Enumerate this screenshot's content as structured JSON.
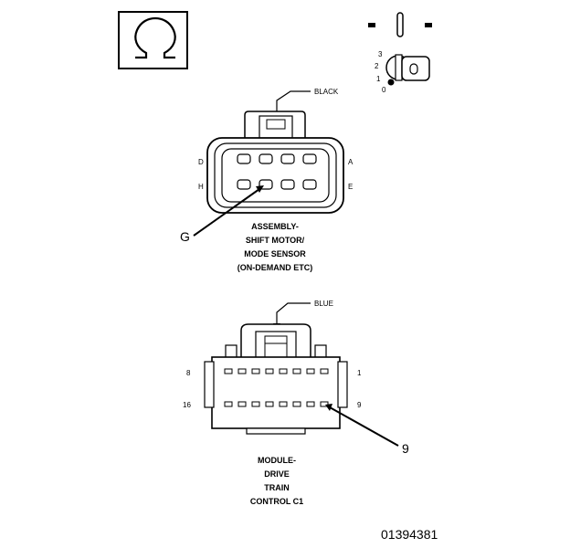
{
  "ohm_icon": {
    "icon": "ohm-symbol-icon"
  },
  "ignition_icon": {
    "icon": "ignition-key-icon",
    "positions": [
      "3",
      "2",
      "1",
      "0"
    ]
  },
  "connector_top": {
    "color_label": "BLACK",
    "pin_labels": {
      "top_left": "D",
      "top_right": "A",
      "bottom_left": "H",
      "bottom_right": "E"
    },
    "callout": "G",
    "caption": [
      "ASSEMBLY-",
      "SHIFT MOTOR/",
      "MODE SENSOR",
      "(ON-DEMAND ETC)"
    ]
  },
  "connector_bottom": {
    "color_label": "BLUE",
    "pin_labels": {
      "top_left": "8",
      "top_right": "1",
      "bottom_left": "16",
      "bottom_right": "9"
    },
    "callout": "9",
    "caption": [
      "MODULE-",
      "DRIVE",
      "TRAIN",
      "CONTROL C1"
    ]
  },
  "figure_id": "01394381"
}
